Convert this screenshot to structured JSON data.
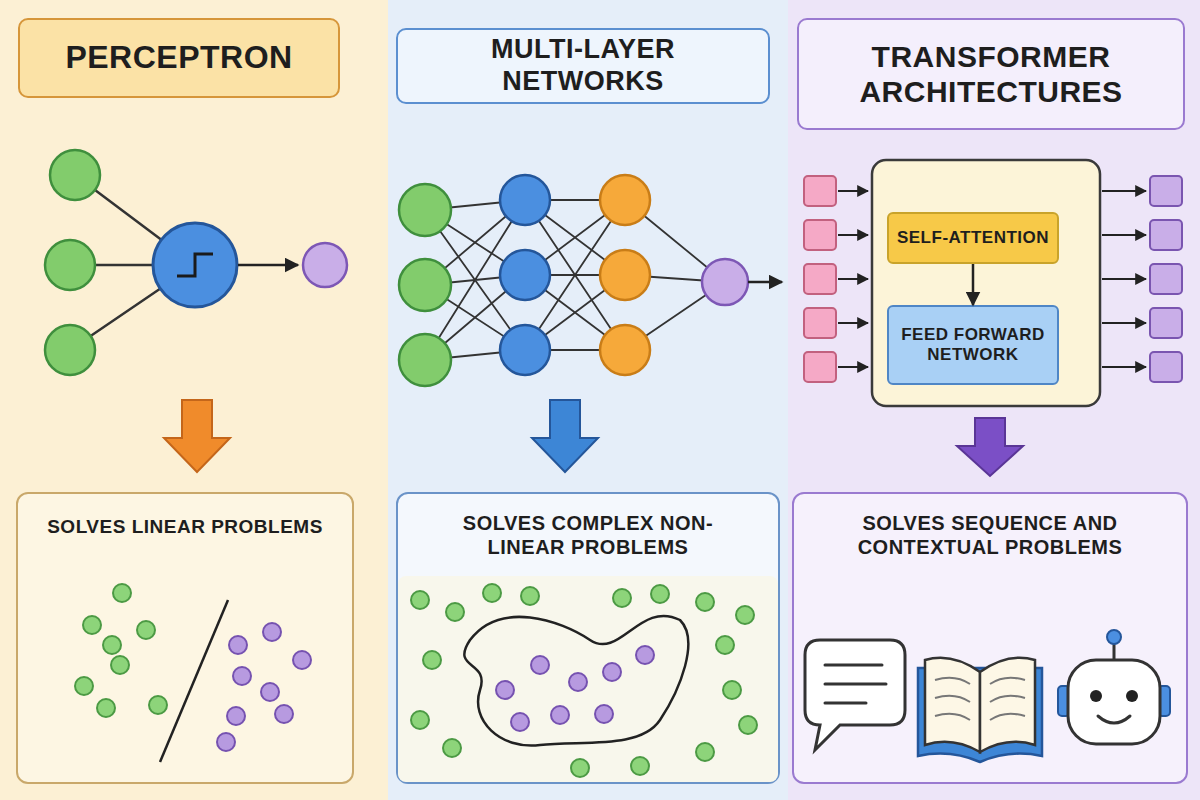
{
  "diagram": {
    "nodes": [
      {
        "text": [
          "PERCEPTRON"
        ]
      },
      {
        "text": [
          "MULTI-LAYER NETWORKS"
        ]
      },
      {
        "text": [
          "TRANSFORMER ARCHITECTURES"
        ]
      },
      {
        "text": [
          "SELF-ATTENTION"
        ]
      },
      {
        "text": [
          "FEED FORWARD NETWORK"
        ]
      },
      {
        "text": [
          "SOLVES LINEAR PROBLEMS"
        ]
      },
      {
        "text": [
          "SOLVES COMPLEX NON-LINEAR PROBLEMS"
        ]
      },
      {
        "text": [
          "SOLVES SEQUENCE AND CONTEXTUAL PROBLEMS"
        ]
      }
    ],
    "edges": [
      {
        "from": 3,
        "to": 4,
        "arrow": "to"
      }
    ]
  }
}
